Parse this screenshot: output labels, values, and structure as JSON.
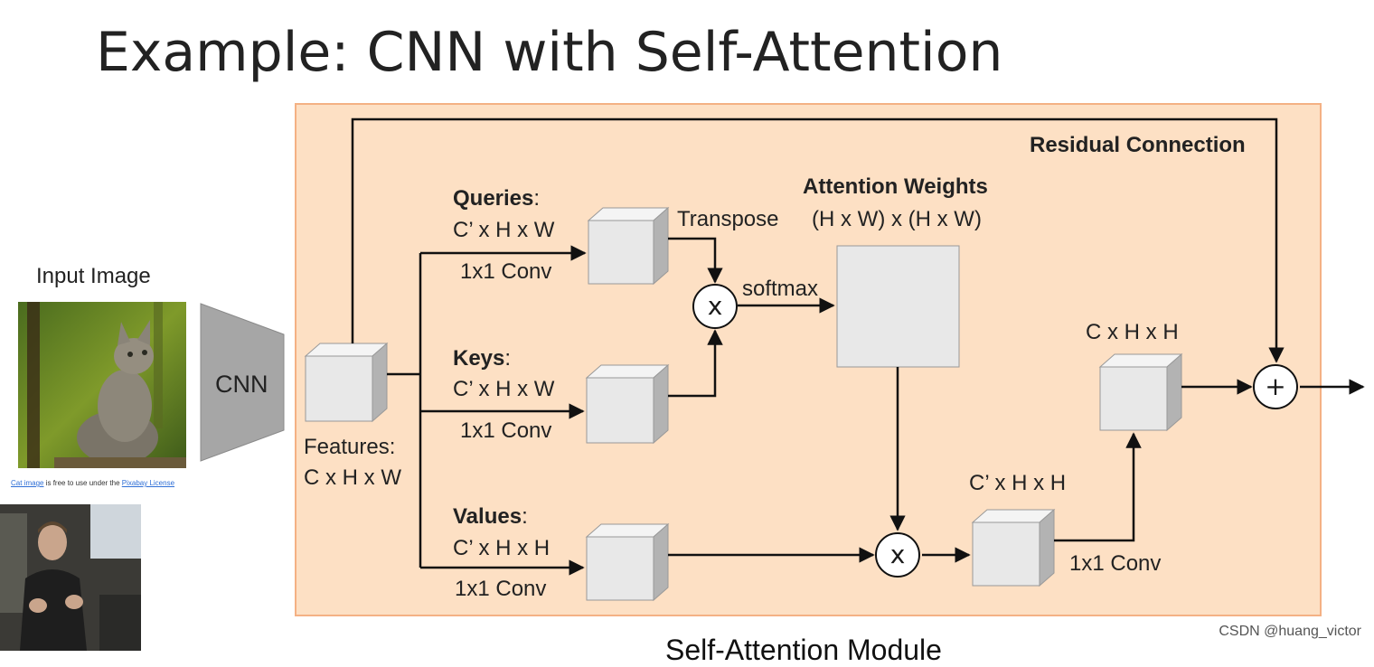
{
  "slide_title": "Example: CNN with Self-Attention",
  "input": {
    "label": "Input Image",
    "credit_link_1": "Cat image",
    "credit_mid": "is free to use under the",
    "credit_link_2": "Pixabay License"
  },
  "cnn_label": "CNN",
  "features": {
    "label": "Features:",
    "dims": "C x H x W"
  },
  "residual_label": "Residual Connection",
  "queries": {
    "label": "Queries",
    "colon": ":",
    "dims": "C’ x H x W",
    "op": "1x1 Conv"
  },
  "keys": {
    "label": "Keys",
    "colon": ":",
    "dims": "C’ x H x W",
    "op": "1x1 Conv"
  },
  "values": {
    "label": "Values",
    "colon": ":",
    "dims": "C’ x H x H",
    "op": "1x1 Conv"
  },
  "transpose_label": "Transpose",
  "softmax_label": "softmax",
  "attention": {
    "label": "Attention Weights",
    "dims": "(H x W) x (H x W)"
  },
  "multiply_symbol": "x",
  "add_symbol": "+",
  "product_dims": "C’ x H x H",
  "final_conv": "1x1 Conv",
  "output_dims": "C x H x H",
  "module_caption": "Self-Attention Module",
  "watermark": "CSDN @huang_victor",
  "colors": {
    "module_fill": "#fde0c4",
    "module_border": "#f4b184",
    "cube_front": "#e8e8e8",
    "cnn_fill": "#a6a6a6"
  }
}
